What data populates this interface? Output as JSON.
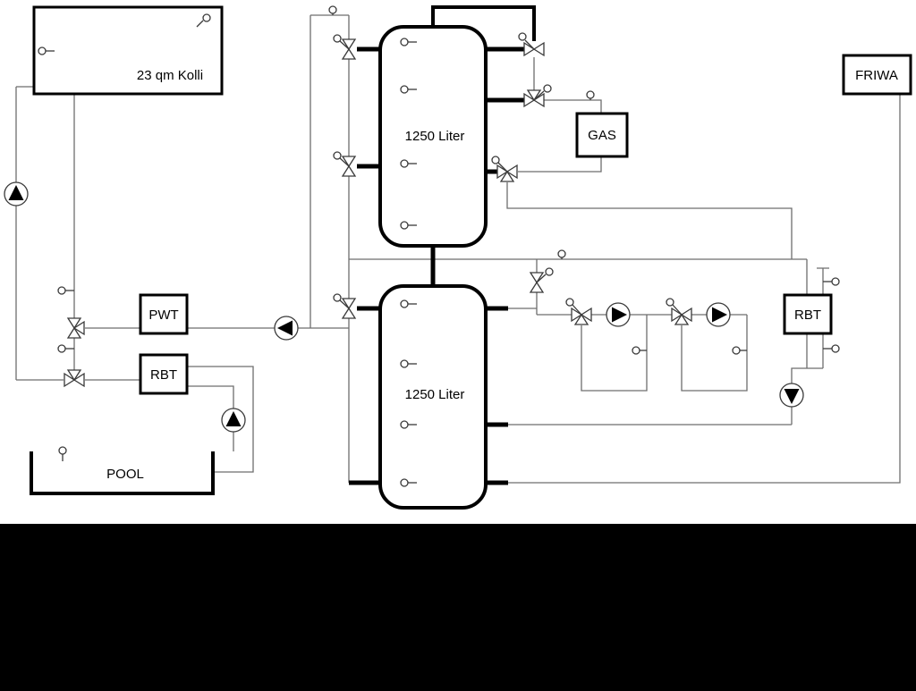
{
  "diagram": {
    "type": "hydraulic-heating-schematic",
    "components": {
      "collector": {
        "label": "23 qm Kolli"
      },
      "buffer_tank_top": {
        "label": "1250 Liter"
      },
      "buffer_tank_bottom": {
        "label": "1250 Liter"
      },
      "gas_boiler": {
        "label": "GAS"
      },
      "friwa": {
        "label": "FRIWA"
      },
      "pwt": {
        "label": "PWT"
      },
      "rbt_left": {
        "label": "RBT"
      },
      "rbt_right": {
        "label": "RBT"
      },
      "pool": {
        "label": "POOL"
      }
    },
    "symbols": {
      "pump-icon": "circle containing a solid triangle showing flow direction",
      "valve-icon": "bowtie of two facing hollow triangles",
      "three-way-valve-icon": "bowtie with a third triangle port",
      "actuator-icon": "small circle tethered to a valve",
      "sensor-icon": "small circle with a short stem touching a pipe"
    },
    "pumps": [
      {
        "name": "collector-return-pump",
        "direction": "up"
      },
      {
        "name": "pwt-charge-pump",
        "direction": "left"
      },
      {
        "name": "pool-pump",
        "direction": "up"
      },
      {
        "name": "heating-circuit-1-pump",
        "direction": "right"
      },
      {
        "name": "heating-circuit-2-pump",
        "direction": "right"
      },
      {
        "name": "rbt-circuit-pump",
        "direction": "down"
      }
    ]
  },
  "colors": {
    "background": "#ffffff",
    "outline": "#000000",
    "line": "#6e6e6e",
    "symbol": "#3a3a3a",
    "footer": "#000000"
  }
}
